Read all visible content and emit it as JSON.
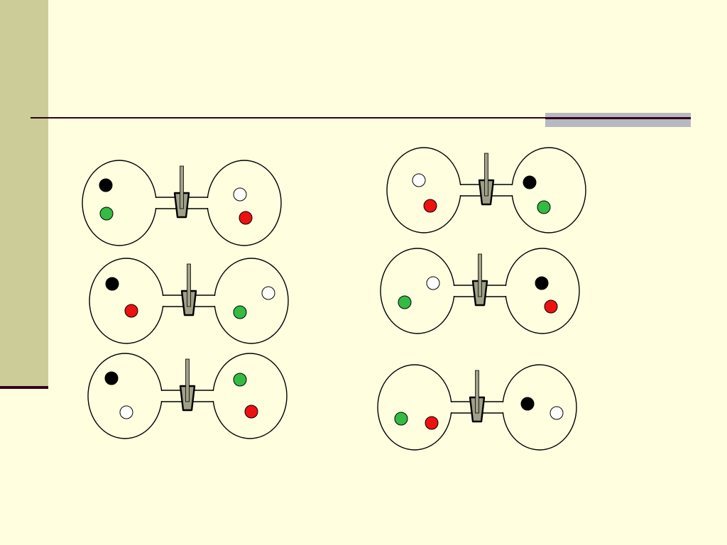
{
  "colors": {
    "background": "#FFFFE0",
    "sidebar": "#CCCC99",
    "rule": "#330018",
    "accent": "#B8B8C0",
    "stroke": "#000000",
    "valve": "#A0A088",
    "ball_black": "#000000",
    "ball_white": "#FFFFFF",
    "ball_green": "#33BB44",
    "ball_red": "#EE1111"
  },
  "diagram": {
    "apparatus": [
      {
        "left_chamber": [
          "black",
          "green"
        ],
        "right_chamber": [
          "white",
          "red"
        ]
      },
      {
        "left_chamber": [
          "black",
          "red"
        ],
        "right_chamber": [
          "white",
          "green"
        ]
      },
      {
        "left_chamber": [
          "black",
          "white"
        ],
        "right_chamber": [
          "green",
          "red"
        ]
      },
      {
        "left_chamber": [
          "white",
          "red"
        ],
        "right_chamber": [
          "black",
          "green"
        ]
      },
      {
        "left_chamber": [
          "green",
          "white"
        ],
        "right_chamber": [
          "black",
          "red"
        ]
      },
      {
        "left_chamber": [
          "green",
          "red"
        ],
        "right_chamber": [
          "black",
          "white"
        ]
      }
    ]
  }
}
